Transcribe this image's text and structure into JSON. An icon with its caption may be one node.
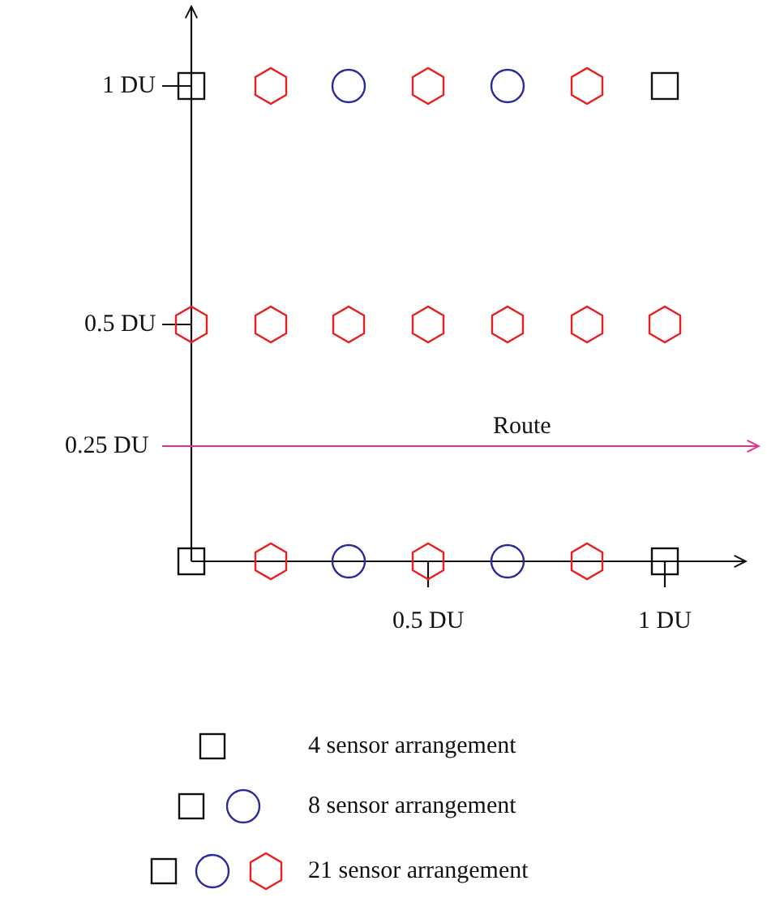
{
  "diagram": {
    "labels": [
      "1 DU",
      "0.5 DU",
      "0.25 DU",
      "Route",
      "0.5 DU",
      "1 DU"
    ],
    "legend": [
      {
        "text": "4 sensor arrangement"
      },
      {
        "text": "8 sensor arrangement"
      },
      {
        "text": "21 sensor arrangement"
      }
    ]
  }
}
